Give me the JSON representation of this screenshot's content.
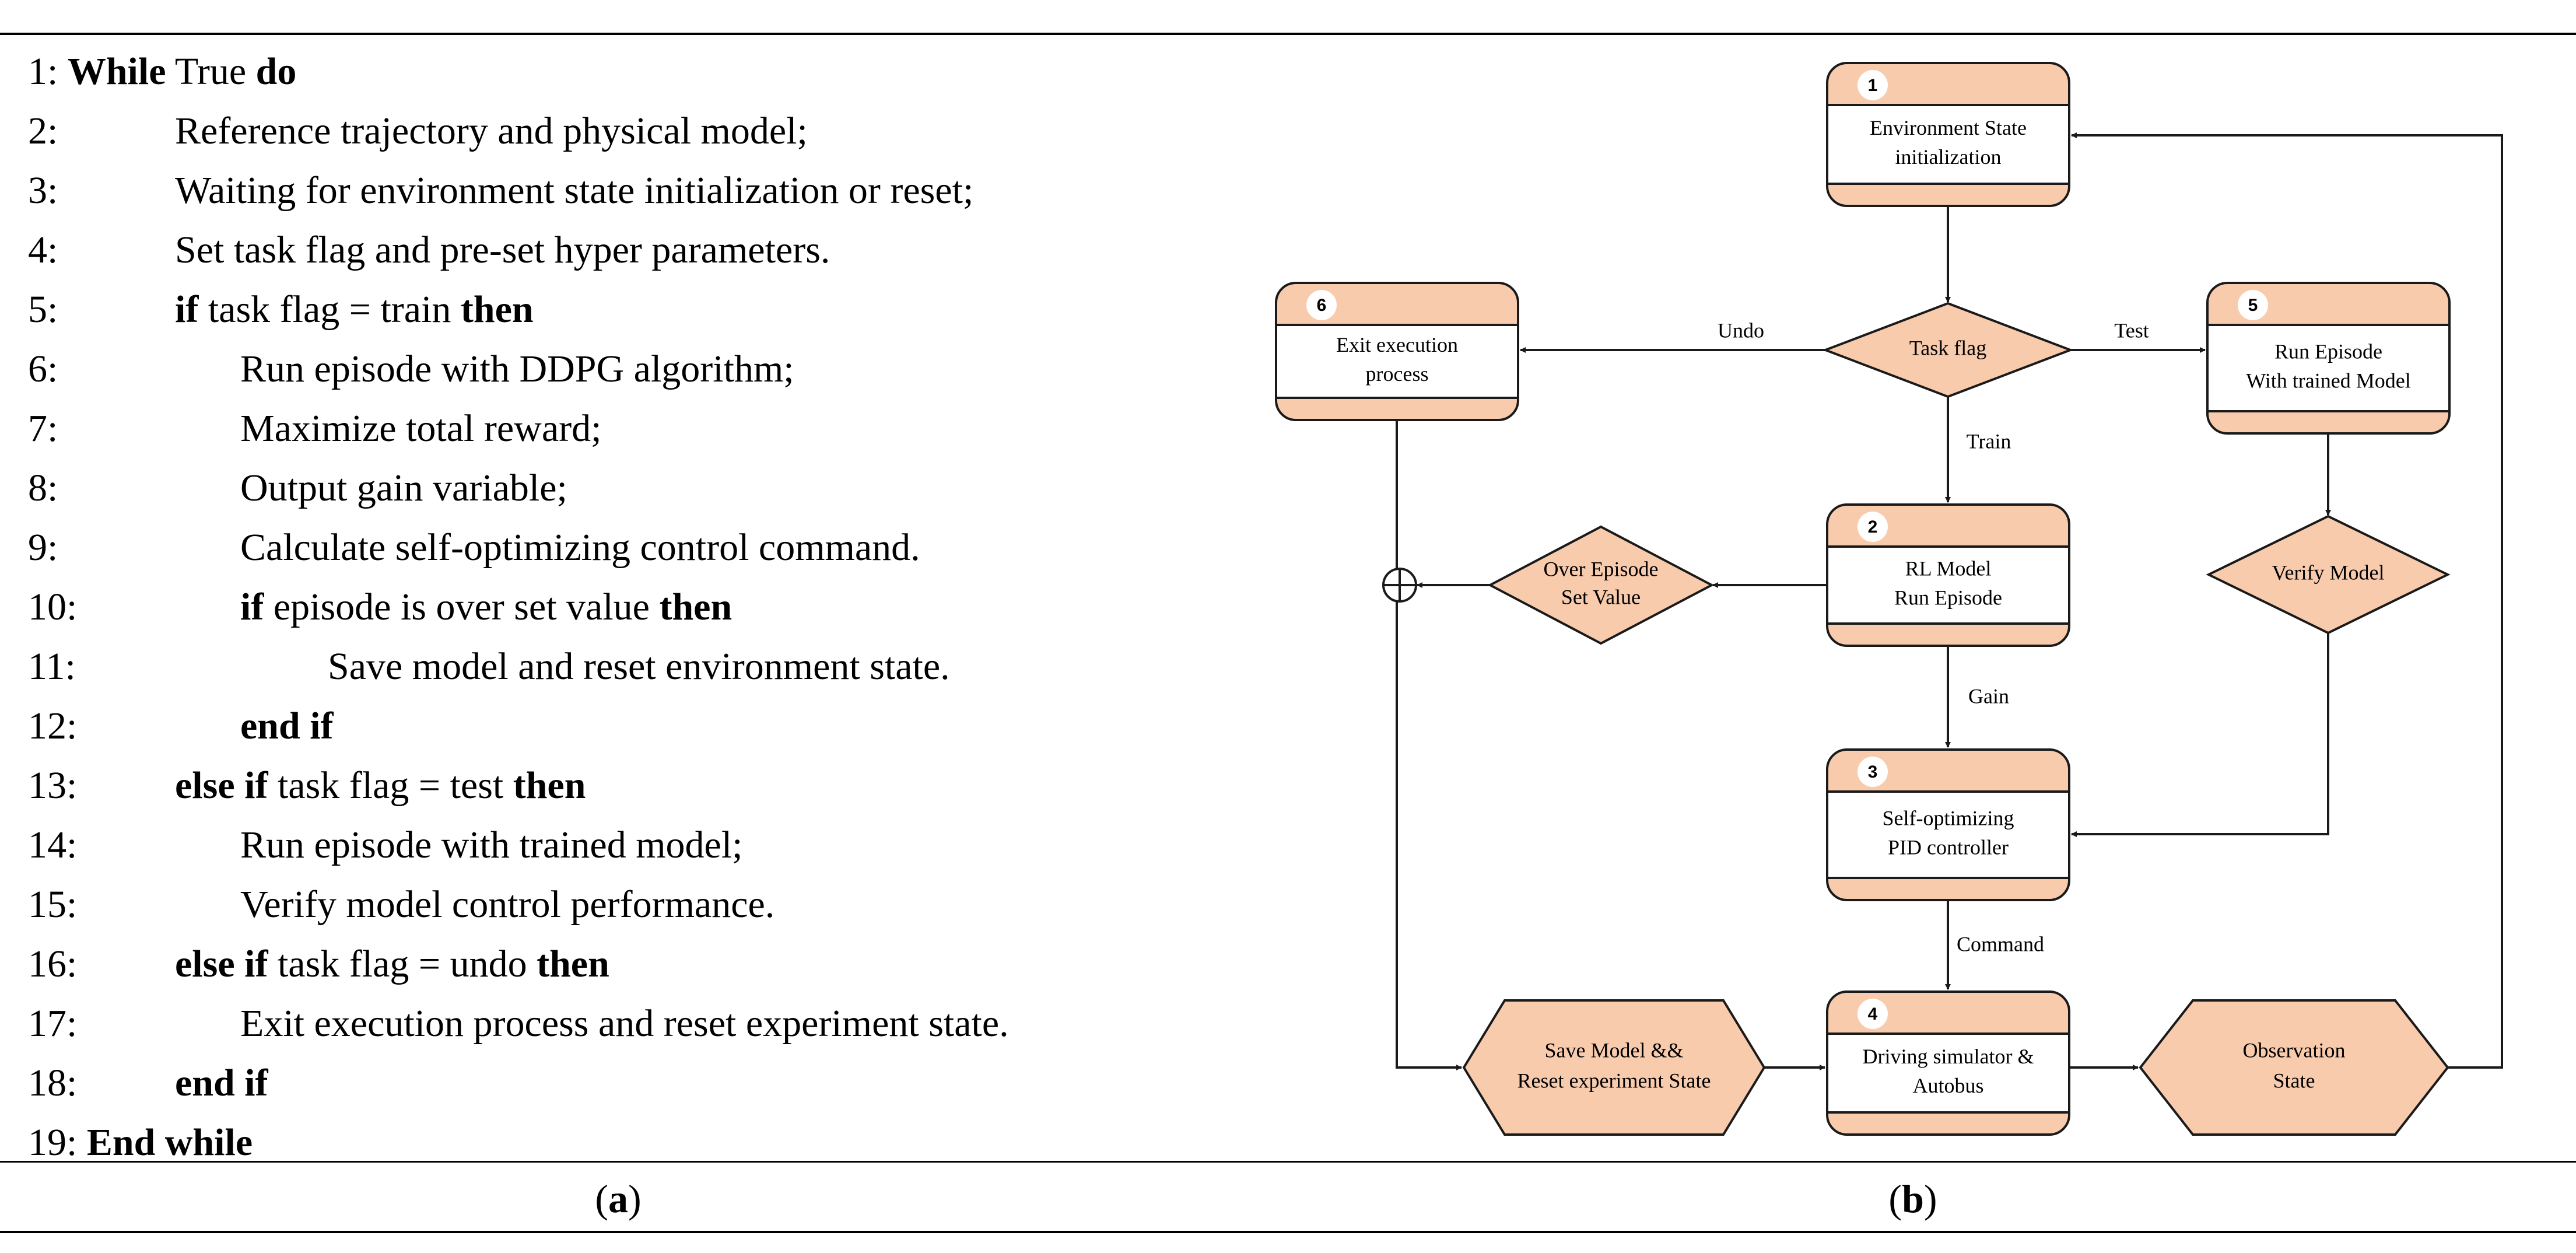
{
  "algorithm": {
    "lines": [
      {
        "num": "1:",
        "indent": 0,
        "parts": [
          {
            "t": "While",
            "b": true
          },
          {
            "t": " True ",
            "b": false
          },
          {
            "t": "do",
            "b": true
          }
        ]
      },
      {
        "num": "2:",
        "indent": 1,
        "parts": [
          {
            "t": "Reference trajectory and physical model;",
            "b": false
          }
        ]
      },
      {
        "num": "3:",
        "indent": 1,
        "parts": [
          {
            "t": "Waiting for environment state initialization or reset;",
            "b": false
          }
        ]
      },
      {
        "num": "4:",
        "indent": 1,
        "parts": [
          {
            "t": "Set task flag and pre-set hyper parameters.",
            "b": false
          }
        ]
      },
      {
        "num": "5:",
        "indent": 1,
        "parts": [
          {
            "t": "if",
            "b": true
          },
          {
            "t": " task flag = train ",
            "b": false
          },
          {
            "t": "then",
            "b": true
          }
        ]
      },
      {
        "num": "6:",
        "indent": 2,
        "parts": [
          {
            "t": "Run episode with DDPG algorithm;",
            "b": false
          }
        ]
      },
      {
        "num": "7:",
        "indent": 2,
        "parts": [
          {
            "t": "Maximize total reward;",
            "b": false
          }
        ]
      },
      {
        "num": "8:",
        "indent": 2,
        "parts": [
          {
            "t": "Output gain variable;",
            "b": false
          }
        ]
      },
      {
        "num": "9:",
        "indent": 2,
        "parts": [
          {
            "t": "Calculate self-optimizing control command.",
            "b": false
          }
        ]
      },
      {
        "num": "10:",
        "indent": 2,
        "parts": [
          {
            "t": "if",
            "b": true
          },
          {
            "t": " episode is over set value ",
            "b": false
          },
          {
            "t": "then",
            "b": true
          }
        ]
      },
      {
        "num": "11:",
        "indent": 3,
        "parts": [
          {
            "t": "Save model and reset environment state.",
            "b": false
          }
        ]
      },
      {
        "num": "12:",
        "indent": 2,
        "parts": [
          {
            "t": "end if",
            "b": true
          }
        ]
      },
      {
        "num": "13:",
        "indent": 1,
        "parts": [
          {
            "t": "else if",
            "b": true
          },
          {
            "t": " task flag = test ",
            "b": false
          },
          {
            "t": "then",
            "b": true
          }
        ]
      },
      {
        "num": "14:",
        "indent": 2,
        "parts": [
          {
            "t": "Run episode with trained model;",
            "b": false
          }
        ]
      },
      {
        "num": "15:",
        "indent": 2,
        "parts": [
          {
            "t": "Verify model control performance.",
            "b": false
          }
        ]
      },
      {
        "num": "16:",
        "indent": 1,
        "parts": [
          {
            "t": "else if",
            "b": true
          },
          {
            "t": " task flag = undo ",
            "b": false
          },
          {
            "t": "then",
            "b": true
          }
        ]
      },
      {
        "num": "17:",
        "indent": 2,
        "parts": [
          {
            "t": "Exit execution process and reset experiment state.",
            "b": false
          }
        ]
      },
      {
        "num": "18:",
        "indent": 1,
        "parts": [
          {
            "t": "end if",
            "b": true
          }
        ]
      },
      {
        "num": "19:",
        "indent": 0,
        "parts": [
          {
            "t": "End while",
            "b": true
          }
        ]
      }
    ]
  },
  "captions": {
    "a": {
      "open": "(",
      "letter": "a",
      "close": ")"
    },
    "b": {
      "open": "(",
      "letter": "b",
      "close": ")"
    }
  },
  "flowchart": {
    "colors": {
      "fill": "#F8CBAD",
      "stroke": "#1a1a1a"
    },
    "nodes": {
      "env_init": {
        "badge": "1",
        "lines": [
          "Environment State",
          "initialization"
        ]
      },
      "rl_model": {
        "badge": "2",
        "lines": [
          "RL Model",
          "Run Episode"
        ]
      },
      "pid": {
        "badge": "3",
        "lines": [
          "Self-optimizing",
          "PID controller"
        ]
      },
      "driving": {
        "badge": "4",
        "lines": [
          "Driving simulator &",
          "Autobus"
        ]
      },
      "run_trained": {
        "badge": "5",
        "lines": [
          "Run Episode",
          "With trained Model"
        ]
      },
      "exit": {
        "badge": "6",
        "lines": [
          "Exit execution",
          "process"
        ]
      },
      "task_flag": {
        "lines": [
          "Task flag"
        ]
      },
      "over_episode": {
        "lines": [
          "Over Episode",
          "Set Value"
        ]
      },
      "verify": {
        "lines": [
          "Verify Model"
        ]
      },
      "save_model": {
        "lines": [
          "Save Model &&",
          "Reset experiment State"
        ]
      },
      "observation": {
        "lines": [
          "Observation",
          "State"
        ]
      }
    },
    "edge_labels": {
      "undo": "Undo",
      "test": "Test",
      "train": "Train",
      "gain": "Gain",
      "command": "Command"
    }
  }
}
